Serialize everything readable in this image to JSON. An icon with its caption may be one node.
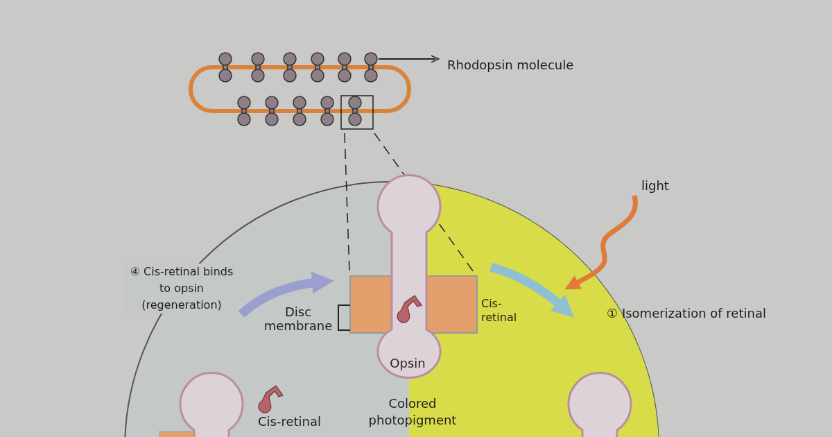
{
  "diagram": {
    "nodes": [
      {
        "text": [],
        "shape": "picture"
      },
      {
        "text": [
          "Rhodopsin molecule"
        ]
      },
      {
        "text": [
          "④ Cis-retinal binds to opsin (regeneration)"
        ]
      },
      {
        "text": [
          "Opsin"
        ],
        "beside": [
          "Cis-retinal",
          "Colored photopigment"
        ]
      },
      {
        "text": [
          "① Isomerization of retinal"
        ]
      },
      {
        "text": [],
        "shape": "picture"
      },
      {
        "text": [],
        "shape": "picture"
      }
    ],
    "edges": [
      {
        "from": 0,
        "to": 1,
        "arrow": "to"
      },
      {
        "from": 2,
        "to": 3,
        "arrow": "to",
        "color": "#9b9fcf"
      },
      {
        "from": 3,
        "to": 4,
        "arrow": "to",
        "color": "#8fc0d2"
      }
    ],
    "labels": [
      "light",
      "Disc membrane",
      "Cis-retinal"
    ]
  }
}
